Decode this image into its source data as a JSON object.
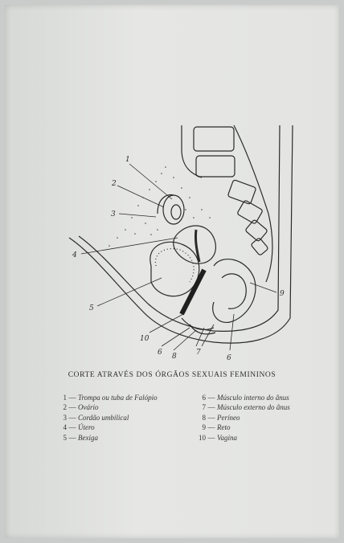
{
  "caption": "CORTE ATRAVÉS DOS ÓRGÃOS SEXUAIS FEMININOS",
  "figure_labels": [
    "1",
    "2",
    "3",
    "4",
    "5",
    "10",
    "6",
    "8",
    "7",
    "6",
    "9"
  ],
  "legend_left": [
    {
      "num": "1",
      "text": "Trompa ou tuba de Falópio"
    },
    {
      "num": "2",
      "text": "Ovário"
    },
    {
      "num": "3",
      "text": "Cordão umbilical"
    },
    {
      "num": "4",
      "text": "Útero"
    },
    {
      "num": "5",
      "text": "Bexiga"
    }
  ],
  "legend_right": [
    {
      "num": "6",
      "text": "Músculo interno do ânus"
    },
    {
      "num": "7",
      "text": "Músculo externo do ânus"
    },
    {
      "num": "8",
      "text": "Períneo"
    },
    {
      "num": "9",
      "text": "Reto"
    },
    {
      "num": "10",
      "text": "Vagina"
    }
  ],
  "dash": "—"
}
